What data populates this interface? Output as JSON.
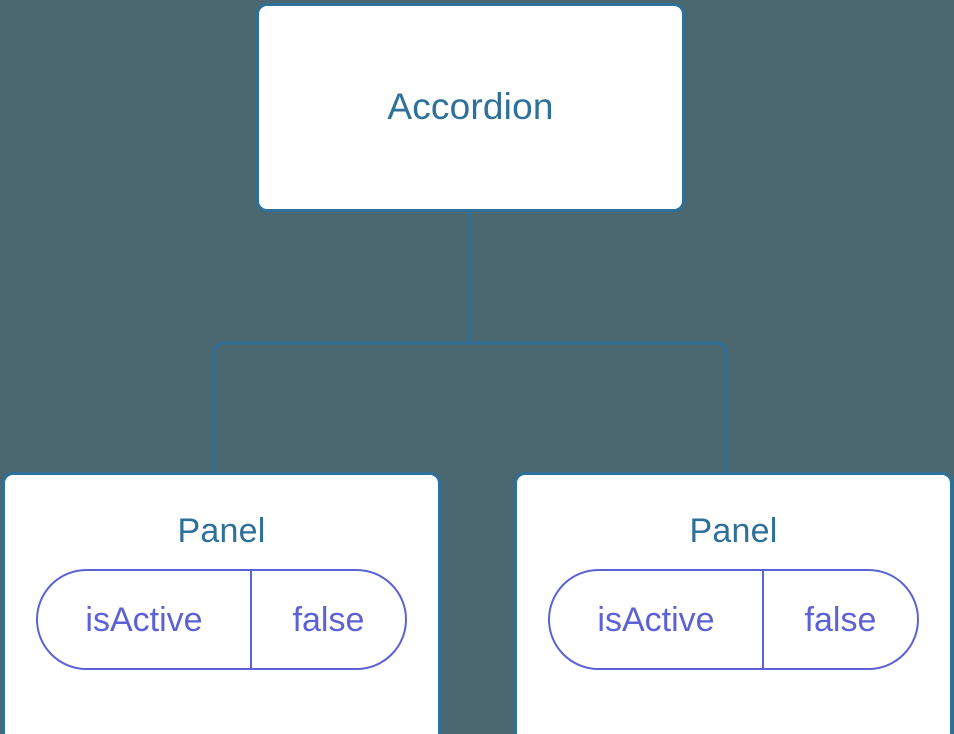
{
  "diagram": {
    "type": "component-tree",
    "background_color": "#4b6870",
    "node_fill_color": "#ffffff",
    "node_border_color": "#2e7099",
    "node_title_color": "#2e7099",
    "prop_accent_color": "#5c62d6",
    "connector_color": "#2e7099"
  },
  "root": {
    "title": "Accordion"
  },
  "children": [
    {
      "title": "Panel",
      "props": [
        {
          "key": "isActive",
          "value": "false"
        }
      ]
    },
    {
      "title": "Panel",
      "props": [
        {
          "key": "isActive",
          "value": "false"
        }
      ]
    }
  ]
}
